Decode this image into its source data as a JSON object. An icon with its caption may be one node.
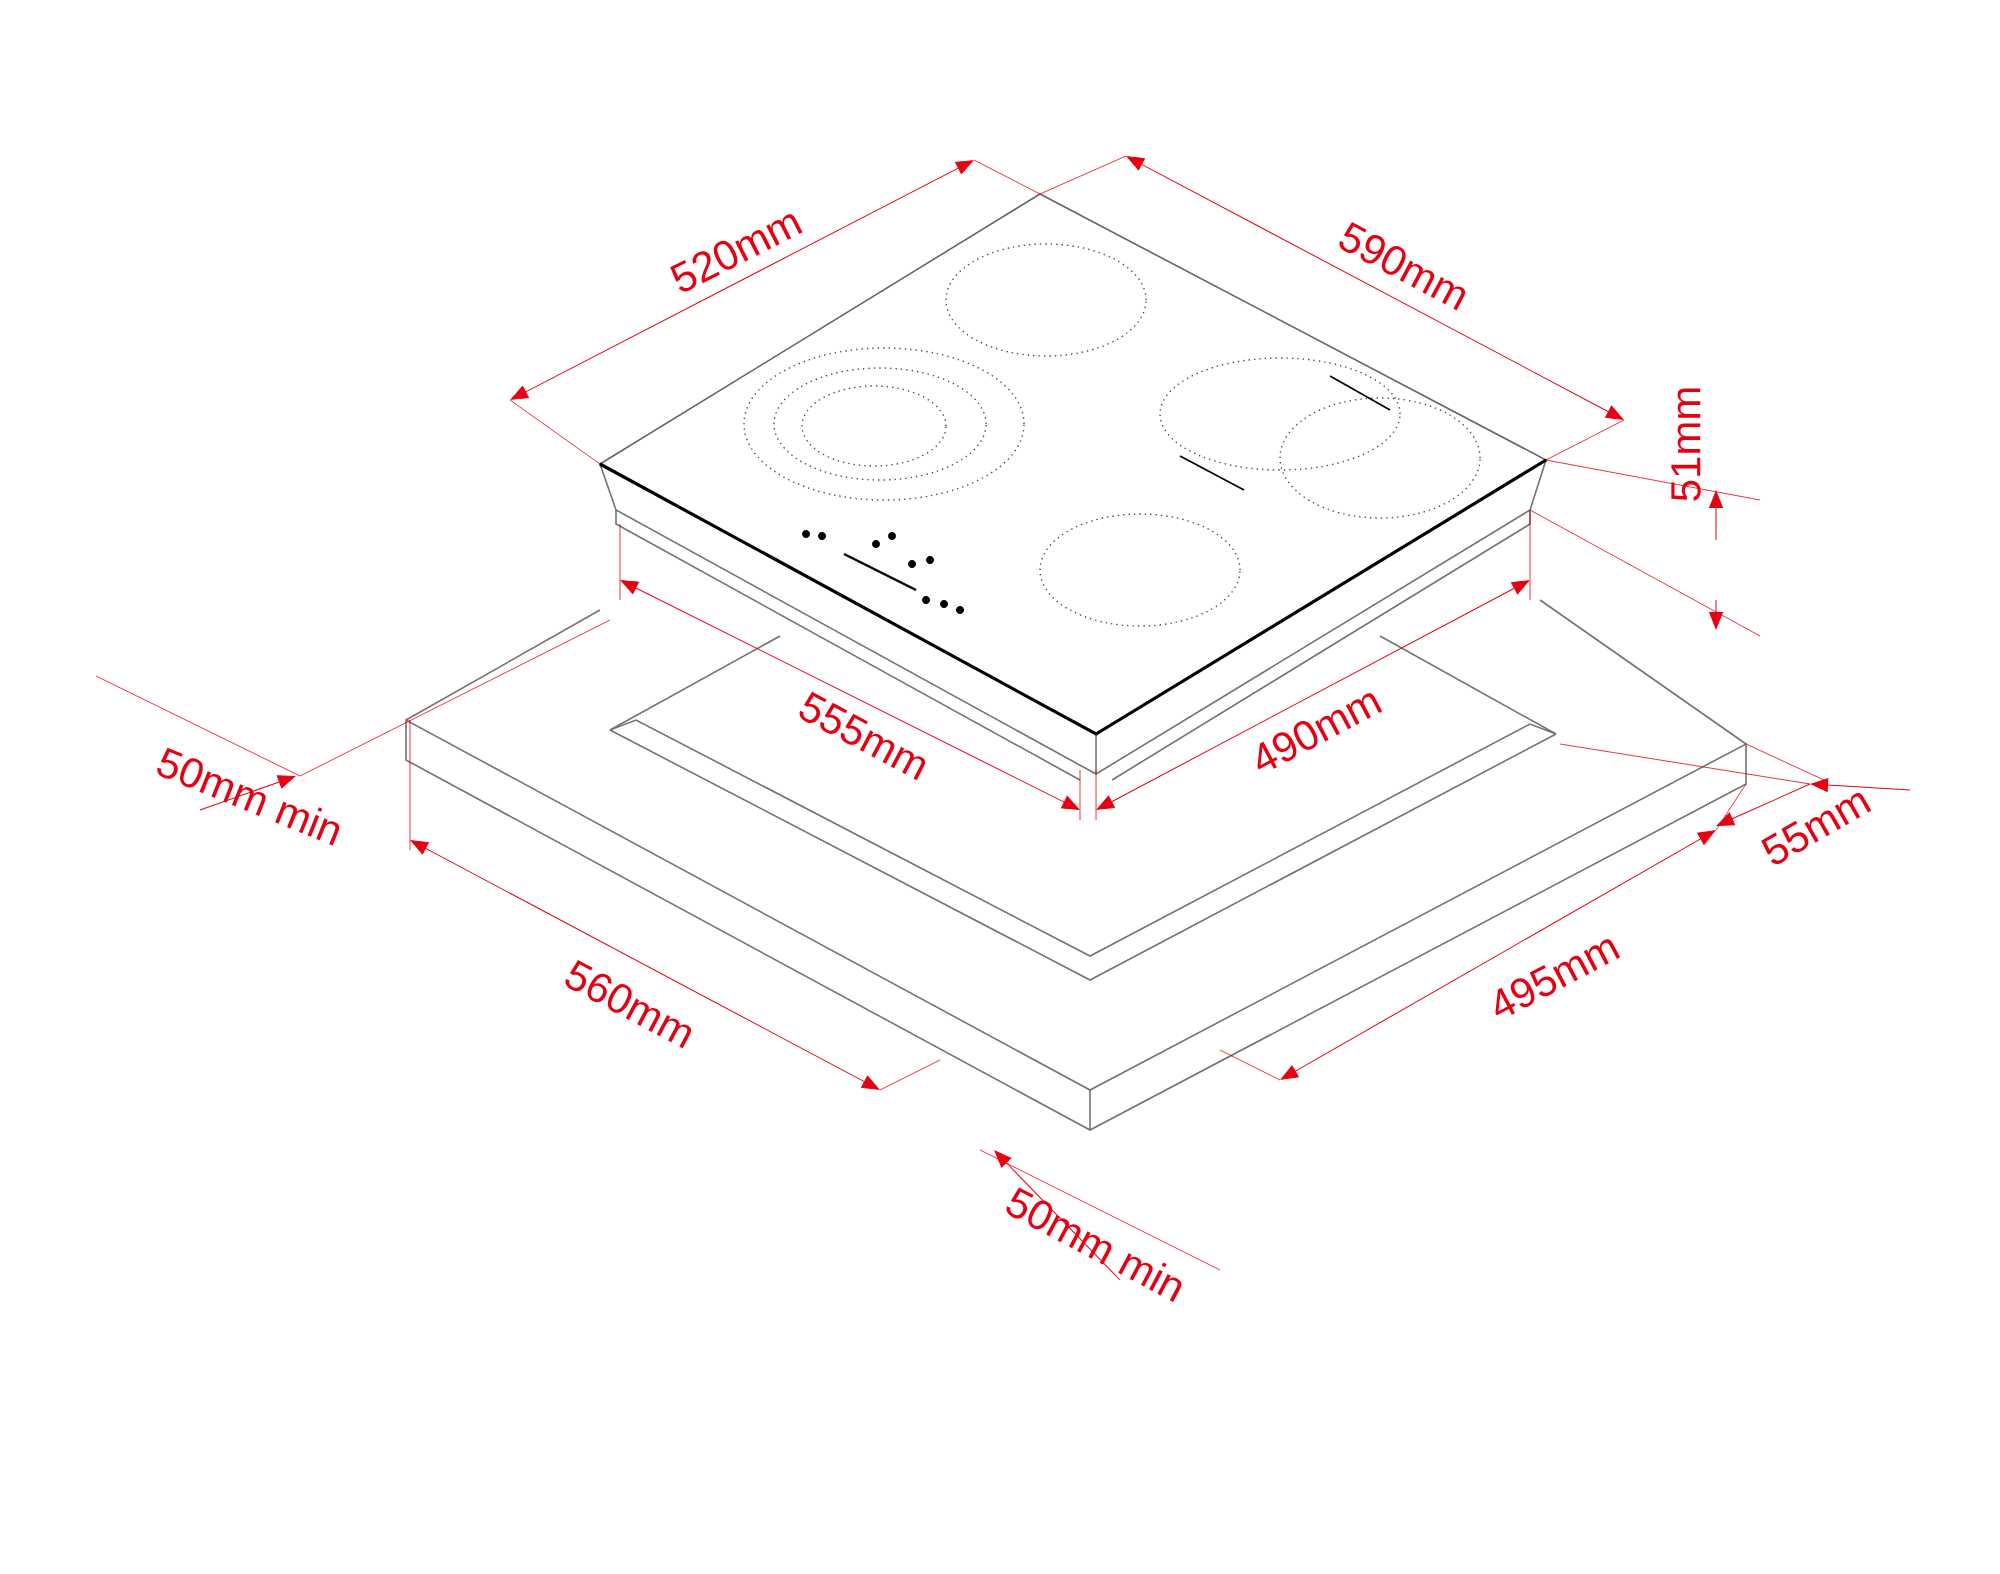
{
  "diagram": {
    "labels": [
      "520mm",
      "590mm",
      "51mm",
      "555mm",
      "490mm",
      "50mm min",
      "560mm",
      "495mm",
      "55mm",
      "50mm min"
    ]
  }
}
